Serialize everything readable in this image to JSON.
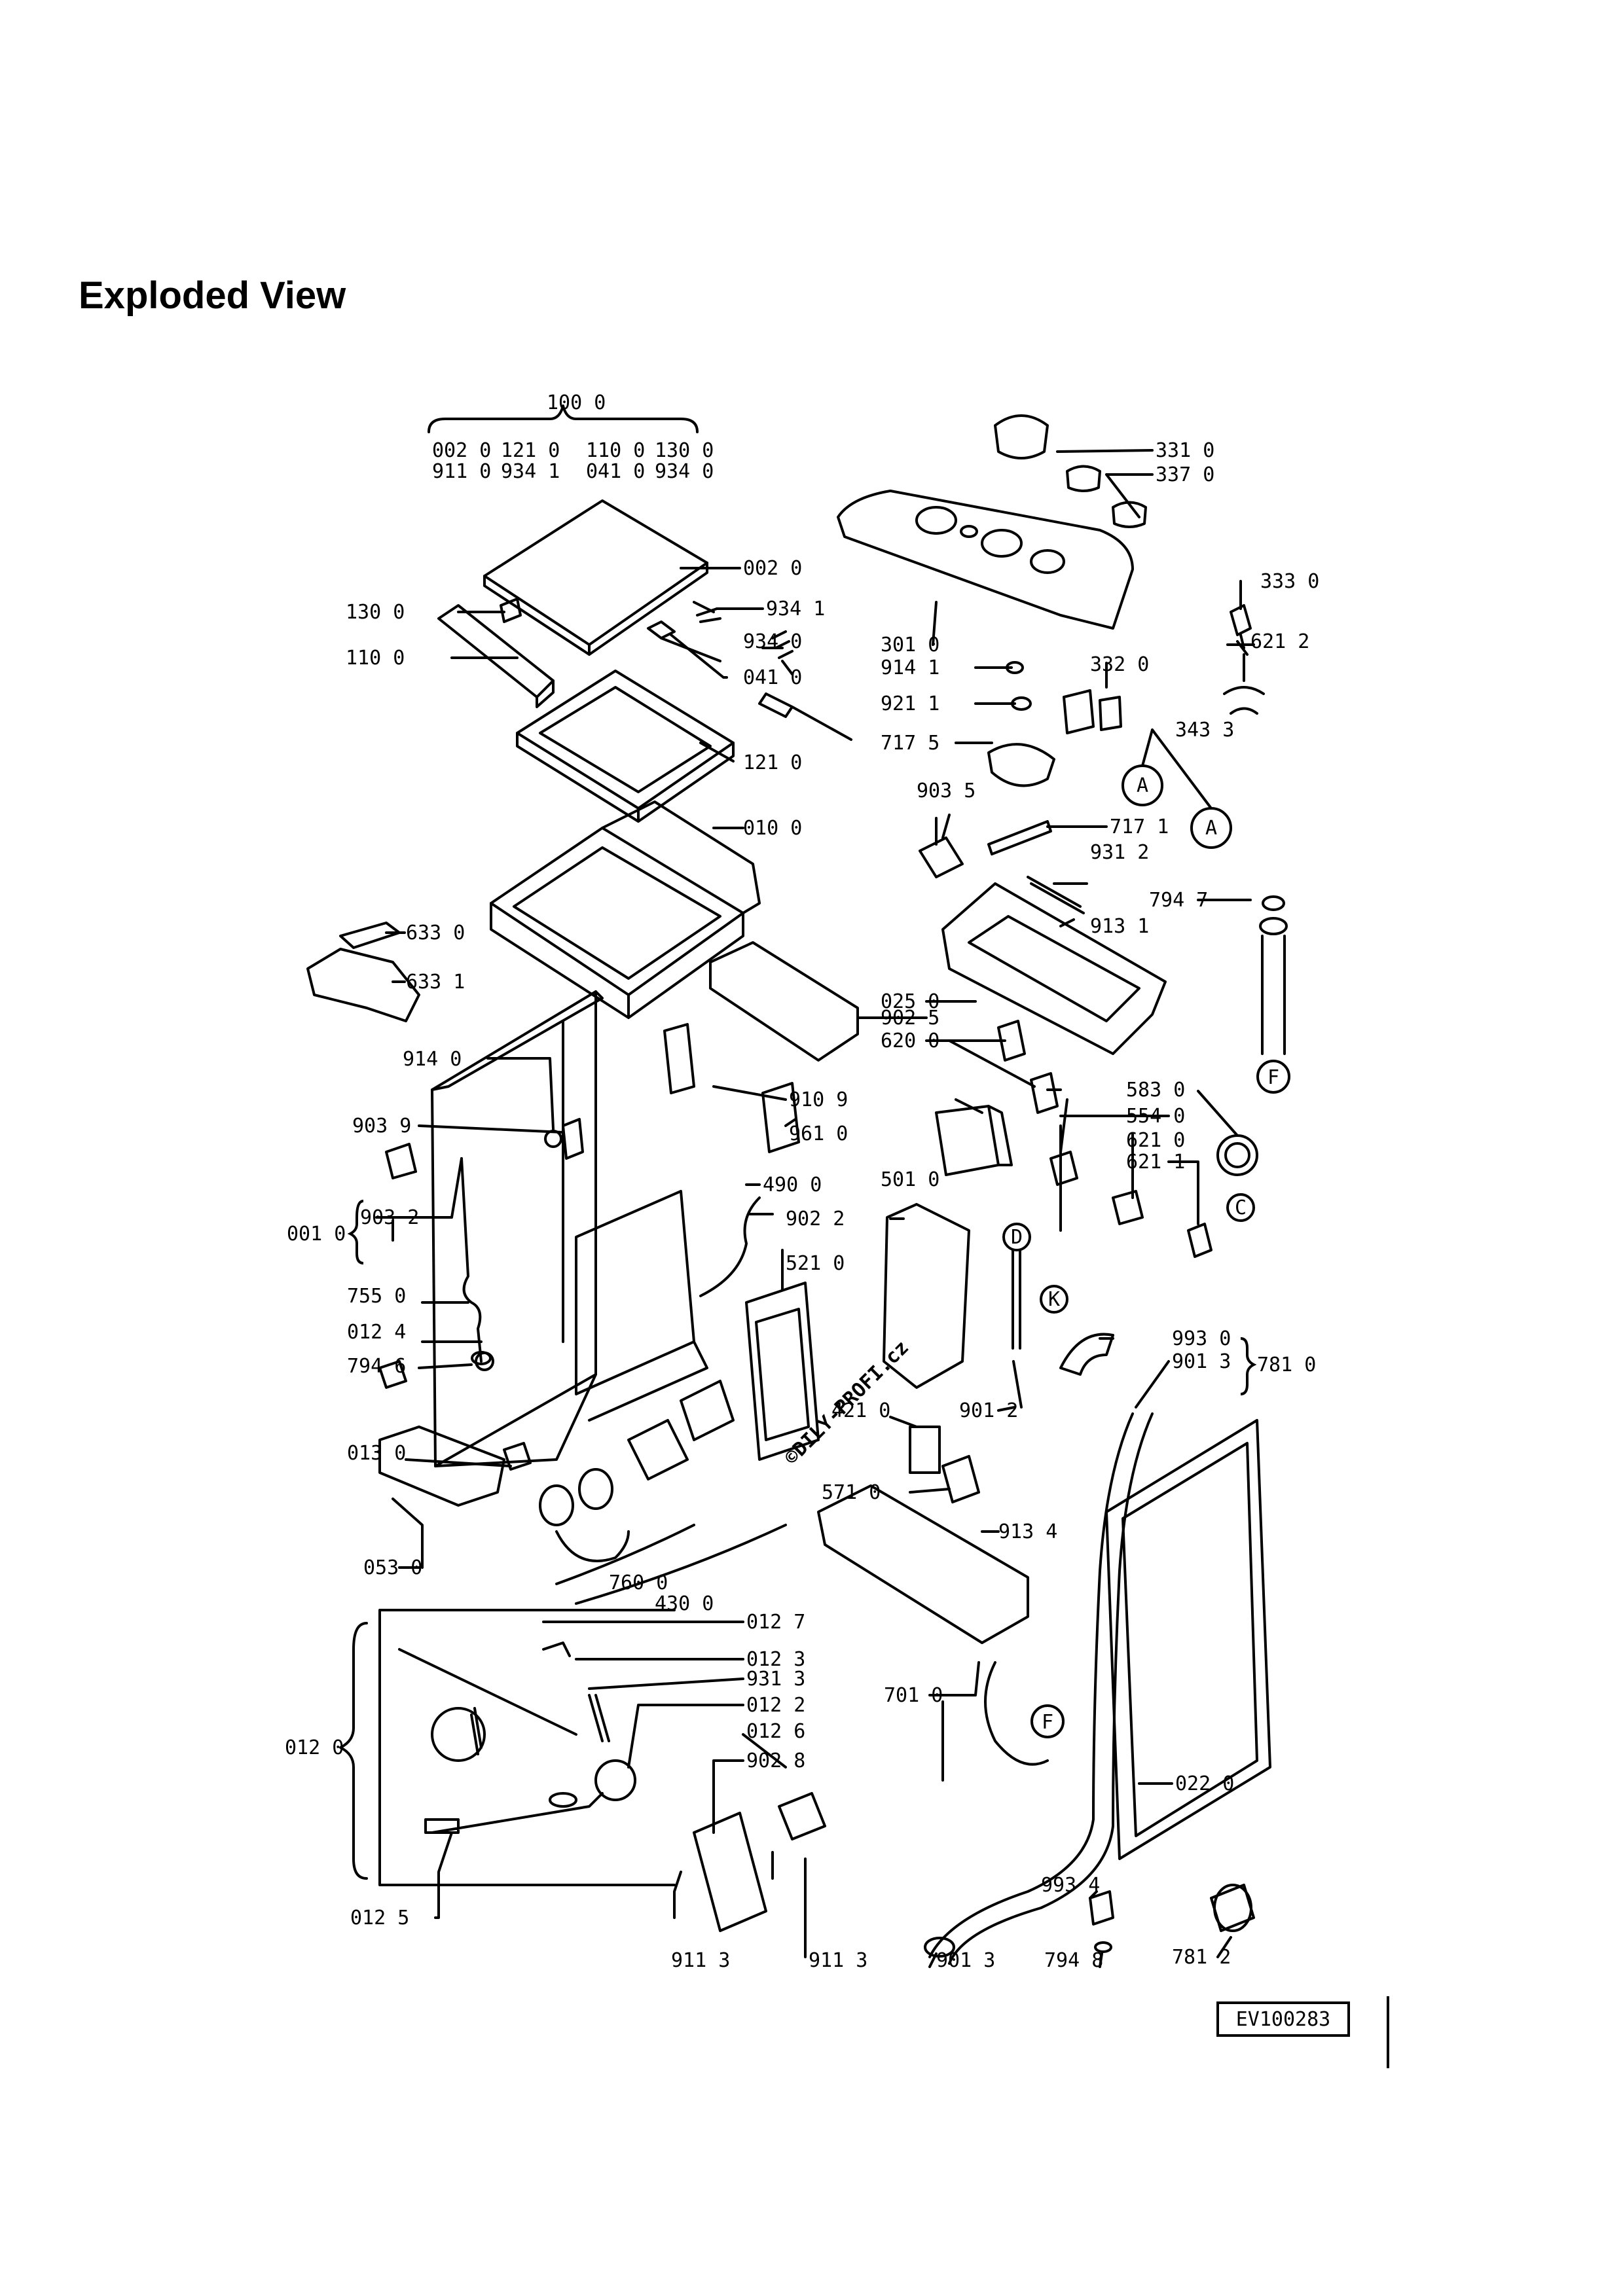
{
  "page": {
    "title": "Exploded View"
  },
  "watermark": {
    "text": "©DILY-PROFI.cz",
    "color": "#e6e8f8"
  },
  "drawing_code": "EV100283",
  "callouts": {
    "assembly_100": "100 0",
    "set_a1": "002 0",
    "set_a2": "121 0",
    "set_a3": "110 0",
    "set_a4": "130 0",
    "set_b1": "911 0",
    "set_b2": "934 1",
    "set_b3": "041 0",
    "set_b4": "934 0",
    "p331": "331 0",
    "p337": "337 0",
    "p002": "002 0",
    "p130": "130 0",
    "p934_1": "934 1",
    "p110": "110 0",
    "p934_0": "934 0",
    "p041": "041 0",
    "p301": "301 0",
    "p914_1": "914 1",
    "p332": "332 0",
    "p921": "921 1",
    "p333": "333 0",
    "p621_2": "621 2",
    "p717_5": "717 5",
    "p121": "121 0",
    "p343": "343 3",
    "p903_5": "903 5",
    "p717_1": "717 1",
    "p010": "010 0",
    "p931_2": "931 2",
    "p794_7": "794 7",
    "p913_1": "913 1",
    "p633_0": "633 0",
    "p633_1": "633 1",
    "p025": "025 0",
    "p902_5": "902 5",
    "p620": "620 0",
    "p914_0": "914 0",
    "p910": "910 9",
    "p583": "583 0",
    "p554": "554 0",
    "p621_0": "621 0",
    "p621_1": "621 1",
    "p903_9": "903 9",
    "p961": "961 0",
    "p501": "501 0",
    "p001": "001 0",
    "p903_2": "903 2",
    "p490": "490 0",
    "p902_2": "902 2",
    "p521": "521 0",
    "p755": "755 0",
    "p012_4": "012 4",
    "p794_6": "794 6",
    "p993_0": "993 0",
    "p901_3a": "901 3",
    "p781_0": "781 0",
    "p421": "421 0",
    "p901_2": "901 2",
    "p013": "013 0",
    "p571": "571 0",
    "p913_4": "913 4",
    "p053": "053 0",
    "p760": "760 0",
    "p430": "430 0",
    "p012_7": "012 7",
    "p012_3": "012 3",
    "p931_3": "931 3",
    "p012_2": "012 2",
    "p701": "701 0",
    "p012_0": "012 0",
    "p012_6": "012 6",
    "p902_8": "902 8",
    "p022": "022 0",
    "p012_5": "012 5",
    "p993_4": "993 4",
    "p781_2": "781 2",
    "p911_3a": "911 3",
    "p911_3b": "911 3",
    "p901_3b": "901 3",
    "p794_8": "794 8"
  },
  "markers": {
    "f1": "F",
    "f2": "F",
    "c": "C",
    "d": "D",
    "k": "K",
    "a1": "A",
    "a2": "A"
  }
}
